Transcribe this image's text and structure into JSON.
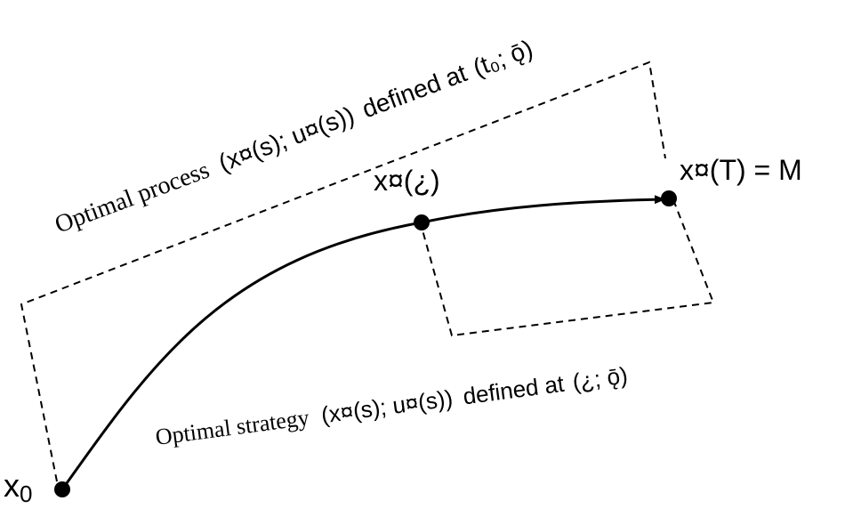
{
  "labels": {
    "x0_base": "x",
    "x0_sub": "0",
    "xtau": "x¤(¿)",
    "xT": "x¤(T) = M",
    "process_text": "Optimal process",
    "process_math": "(x¤(s); u¤(s))",
    "process_defined": "defined at",
    "process_interval": "(t₀; ǭ)",
    "strategy_text": "Optimal strategy",
    "strategy_math": "(x¤(s); u¤(s))",
    "strategy_defined": "defined at",
    "strategy_interval": "(¿; ǭ)"
  }
}
